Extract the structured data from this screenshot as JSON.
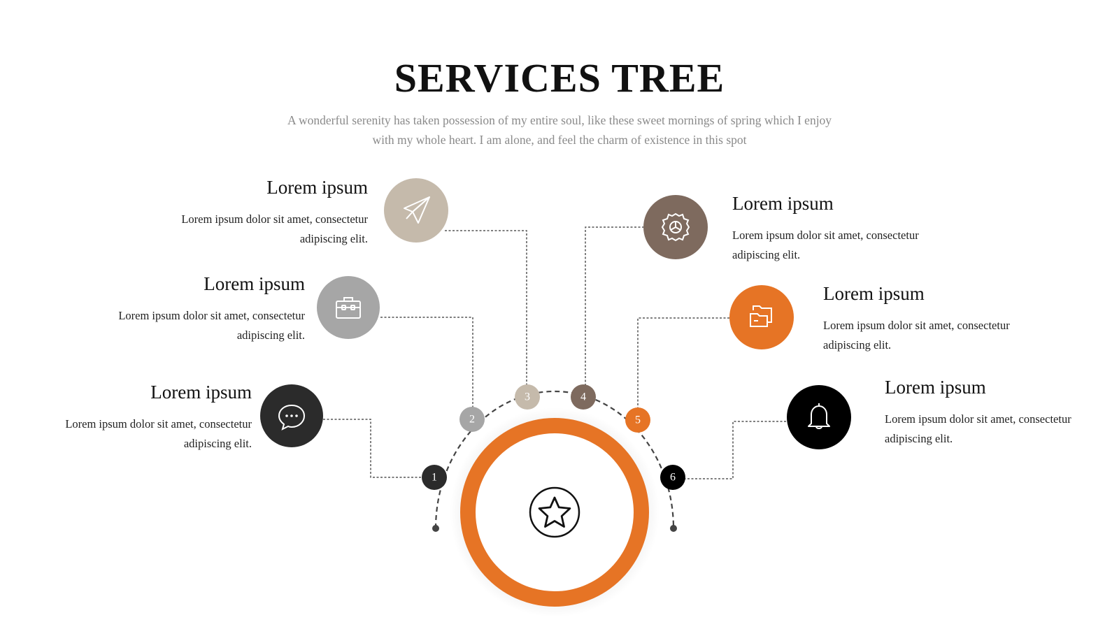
{
  "header": {
    "title": "SERVICES TREE",
    "subtitle_line1": "A wonderful serenity has taken possession of  my entire soul, like  these sweet mornings of  spring which I enjoy",
    "subtitle_line2": "with my whole heart. I am alone, and feel the charm of  existence in this spot"
  },
  "colors": {
    "orange": "#e67425",
    "dark": "#2b2b2b",
    "black": "#000000",
    "beige": "#c5baab",
    "gray": "#a6a6a6",
    "brown": "#7e6a5e"
  },
  "items": [
    {
      "number": "1",
      "title": "Lorem ipsum",
      "description": "Lorem ipsum dolor sit amet, consectetur adipiscing elit.",
      "icon": "chat-bubble-icon",
      "color": "#2b2b2b"
    },
    {
      "number": "2",
      "title": "Lorem ipsum",
      "description": "Lorem ipsum dolor sit amet, consectetur adipiscing elit.",
      "icon": "briefcase-icon",
      "color": "#a6a6a6"
    },
    {
      "number": "3",
      "title": "Lorem ipsum",
      "description": "Lorem ipsum dolor sit amet, consectetur adipiscing elit.",
      "icon": "paper-plane-icon",
      "color": "#c5baab"
    },
    {
      "number": "4",
      "title": "Lorem ipsum",
      "description": "Lorem ipsum dolor sit amet, consectetur adipiscing elit.",
      "icon": "gear-icon",
      "color": "#7e6a5e"
    },
    {
      "number": "5",
      "title": "Lorem ipsum",
      "description": "Lorem ipsum dolor sit amet, consectetur adipiscing elit.",
      "icon": "folder-icon",
      "color": "#e67425"
    },
    {
      "number": "6",
      "title": "Lorem ipsum",
      "description": "Lorem ipsum dolor sit amet, consectetur adipiscing elit.",
      "icon": "bell-icon",
      "color": "#000000"
    }
  ],
  "center": {
    "icon": "star-icon"
  }
}
